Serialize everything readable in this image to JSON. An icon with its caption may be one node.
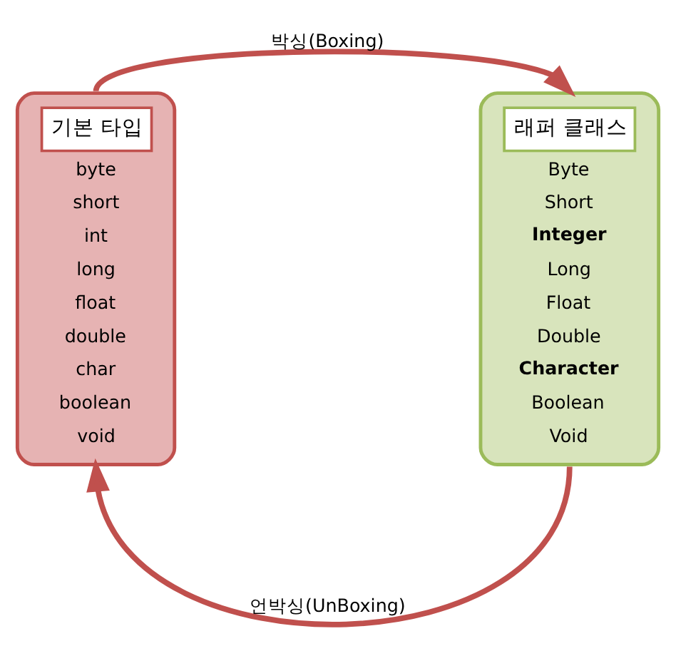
{
  "diagram": {
    "nodes": [
      {
        "text": [
          "기본 타입",
          "byte",
          "short",
          "int",
          "long",
          "float",
          "double",
          "char",
          "boolean",
          "void"
        ]
      },
      {
        "text": [
          "래퍼 클래스",
          "Byte",
          "Short",
          "**Integer**",
          "Long",
          "Float",
          "Double",
          "**Character**",
          "Boolean",
          "Void"
        ]
      }
    ],
    "edges": [
      {
        "from": 0,
        "to": 1,
        "arrow": "to",
        "label": "박싱(Boxing)"
      },
      {
        "from": 1,
        "to": 0,
        "arrow": "to",
        "label": "언박싱(UnBoxing)"
      }
    ]
  }
}
